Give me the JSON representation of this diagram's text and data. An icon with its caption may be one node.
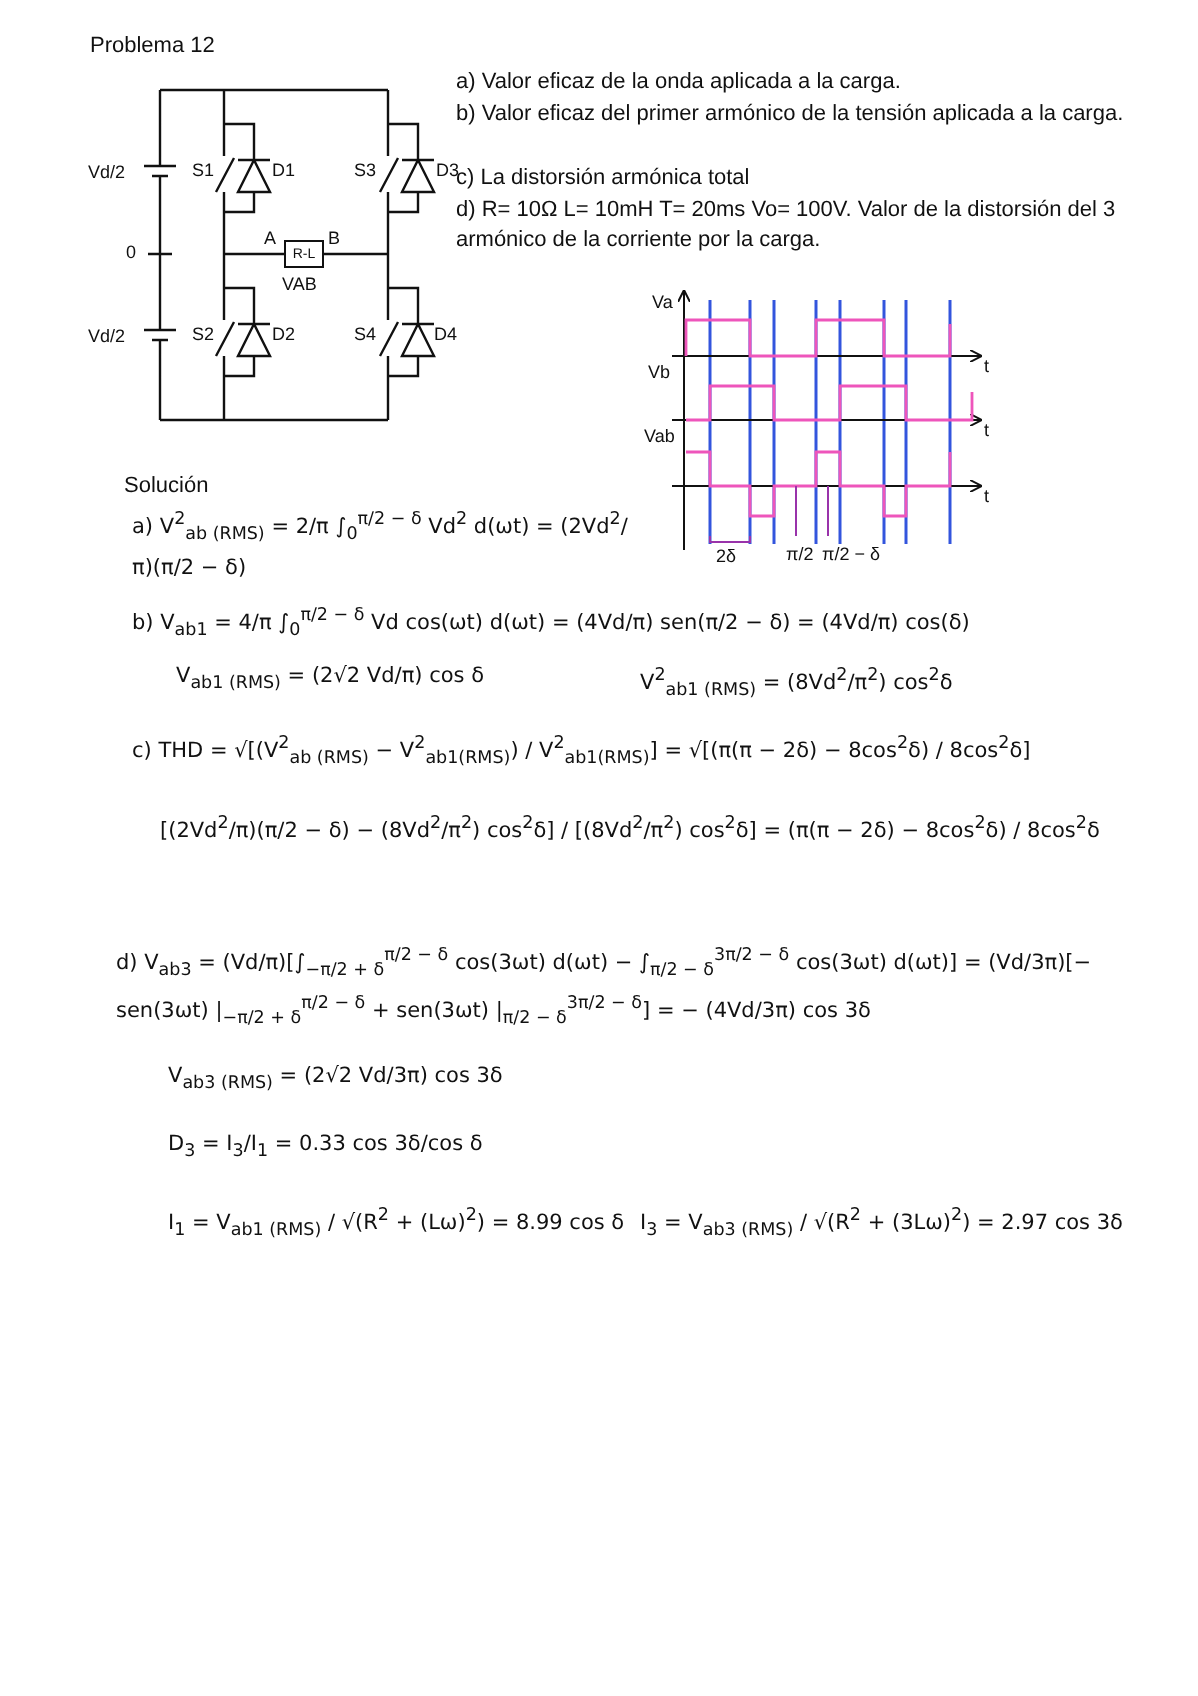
{
  "diagram": {
    "title": "Problema 12",
    "nodes": [
      {
        "text": [
          "R-L"
        ],
        "beside": [
          "VAB"
        ]
      }
    ],
    "labels": [
      "a) Valor eficaz de la onda aplicada a la carga.",
      "b) Valor eficaz del primer armónico de la tensión aplicada a la carga.",
      "c) La distorsión armónica total",
      "d) R= 10Ω  L= 10mH  T= 20ms  Vo= 100V. Valor de la distorsión del 3 armónico de la corriente por la carga.",
      "Vd/2",
      "S1",
      "D1",
      "S3",
      "D3",
      "0",
      "A",
      "B",
      "Vd/2",
      "S2",
      "D2",
      "S4",
      "D4",
      "Va",
      "Vb",
      "t",
      "Vab",
      "t",
      "t",
      "2δ",
      "π/2",
      "π/2 − δ",
      "Solución",
      "a) V$^{2}$$_{ab (RMS)}$ = 2/π ∫$_{0}$$^{π/2 − δ}$ Vd$^{2}$ d(ωt) = (2Vd$^{2}$/π)(π/2 − δ)",
      "b) V$_{ab1}$ = 4/π ∫$_{0}$$^{π/2 − δ}$ Vd cos(ωt) d(ωt) = (4Vd/π) sen(π/2 − δ) = (4Vd/π) cos(δ)",
      "V$_{ab1 (RMS)}$ = (2√2 Vd/π) cos δ",
      "V$^{2}$$_{ab1 (RMS)}$ = (8Vd$^{2}$/π$^{2}$) cos$^{2}$δ",
      "c) THD = √[(V$^{2}$$_{ab (RMS)}$ − V$^{2}$$_{ab1(RMS)}$) / V$^{2}$$_{ab1(RMS)}$] = √[(π(π − 2δ) − 8cos$^{2}$δ) / 8cos$^{2}$δ]",
      "[(2Vd$^{2}$/π)(π/2 − δ) − (8Vd$^{2}$/π$^{2}$) cos$^{2}$δ] / [(8Vd$^{2}$/π$^{2}$) cos$^{2}$δ] = (π(π − 2δ) − 8cos$^{2}$δ) / 8cos$^{2}$δ",
      "d) V$_{ab3}$ = (Vd/π)[∫$_{−π/2 + δ}$$^{π/2 − δ}$ cos(3ωt) d(ωt) − ∫$_{π/2 − δ}$$^{3π/2 − δ}$ cos(3ωt) d(ωt)] = (Vd/3π)[− sen(3ωt) |$_{−π/2 + δ}$$^{π/2 − δ}$ + sen(3ωt) |$_{π/2 − δ}$$^{3π/2 − δ}$] = − (4Vd/3π) cos 3δ",
      "V$_{ab3 (RMS)}$ = (2√2 Vd/3π) cos 3δ",
      "D$_{3}$ = I$_{3}$/I$_{1}$ = 0.33 cos 3δ/cos δ",
      "I$_{1}$ = V$_{ab1 (RMS)}$ / √(R$^{2}$ + (Lω)$^{2}$) = 8.99 cos δ",
      "I$_{3}$ = V$_{ab3 (RMS)}$ / √(R$^{2}$ + (3Lω)$^{2}$) = 2.97 cos 3δ"
    ]
  }
}
